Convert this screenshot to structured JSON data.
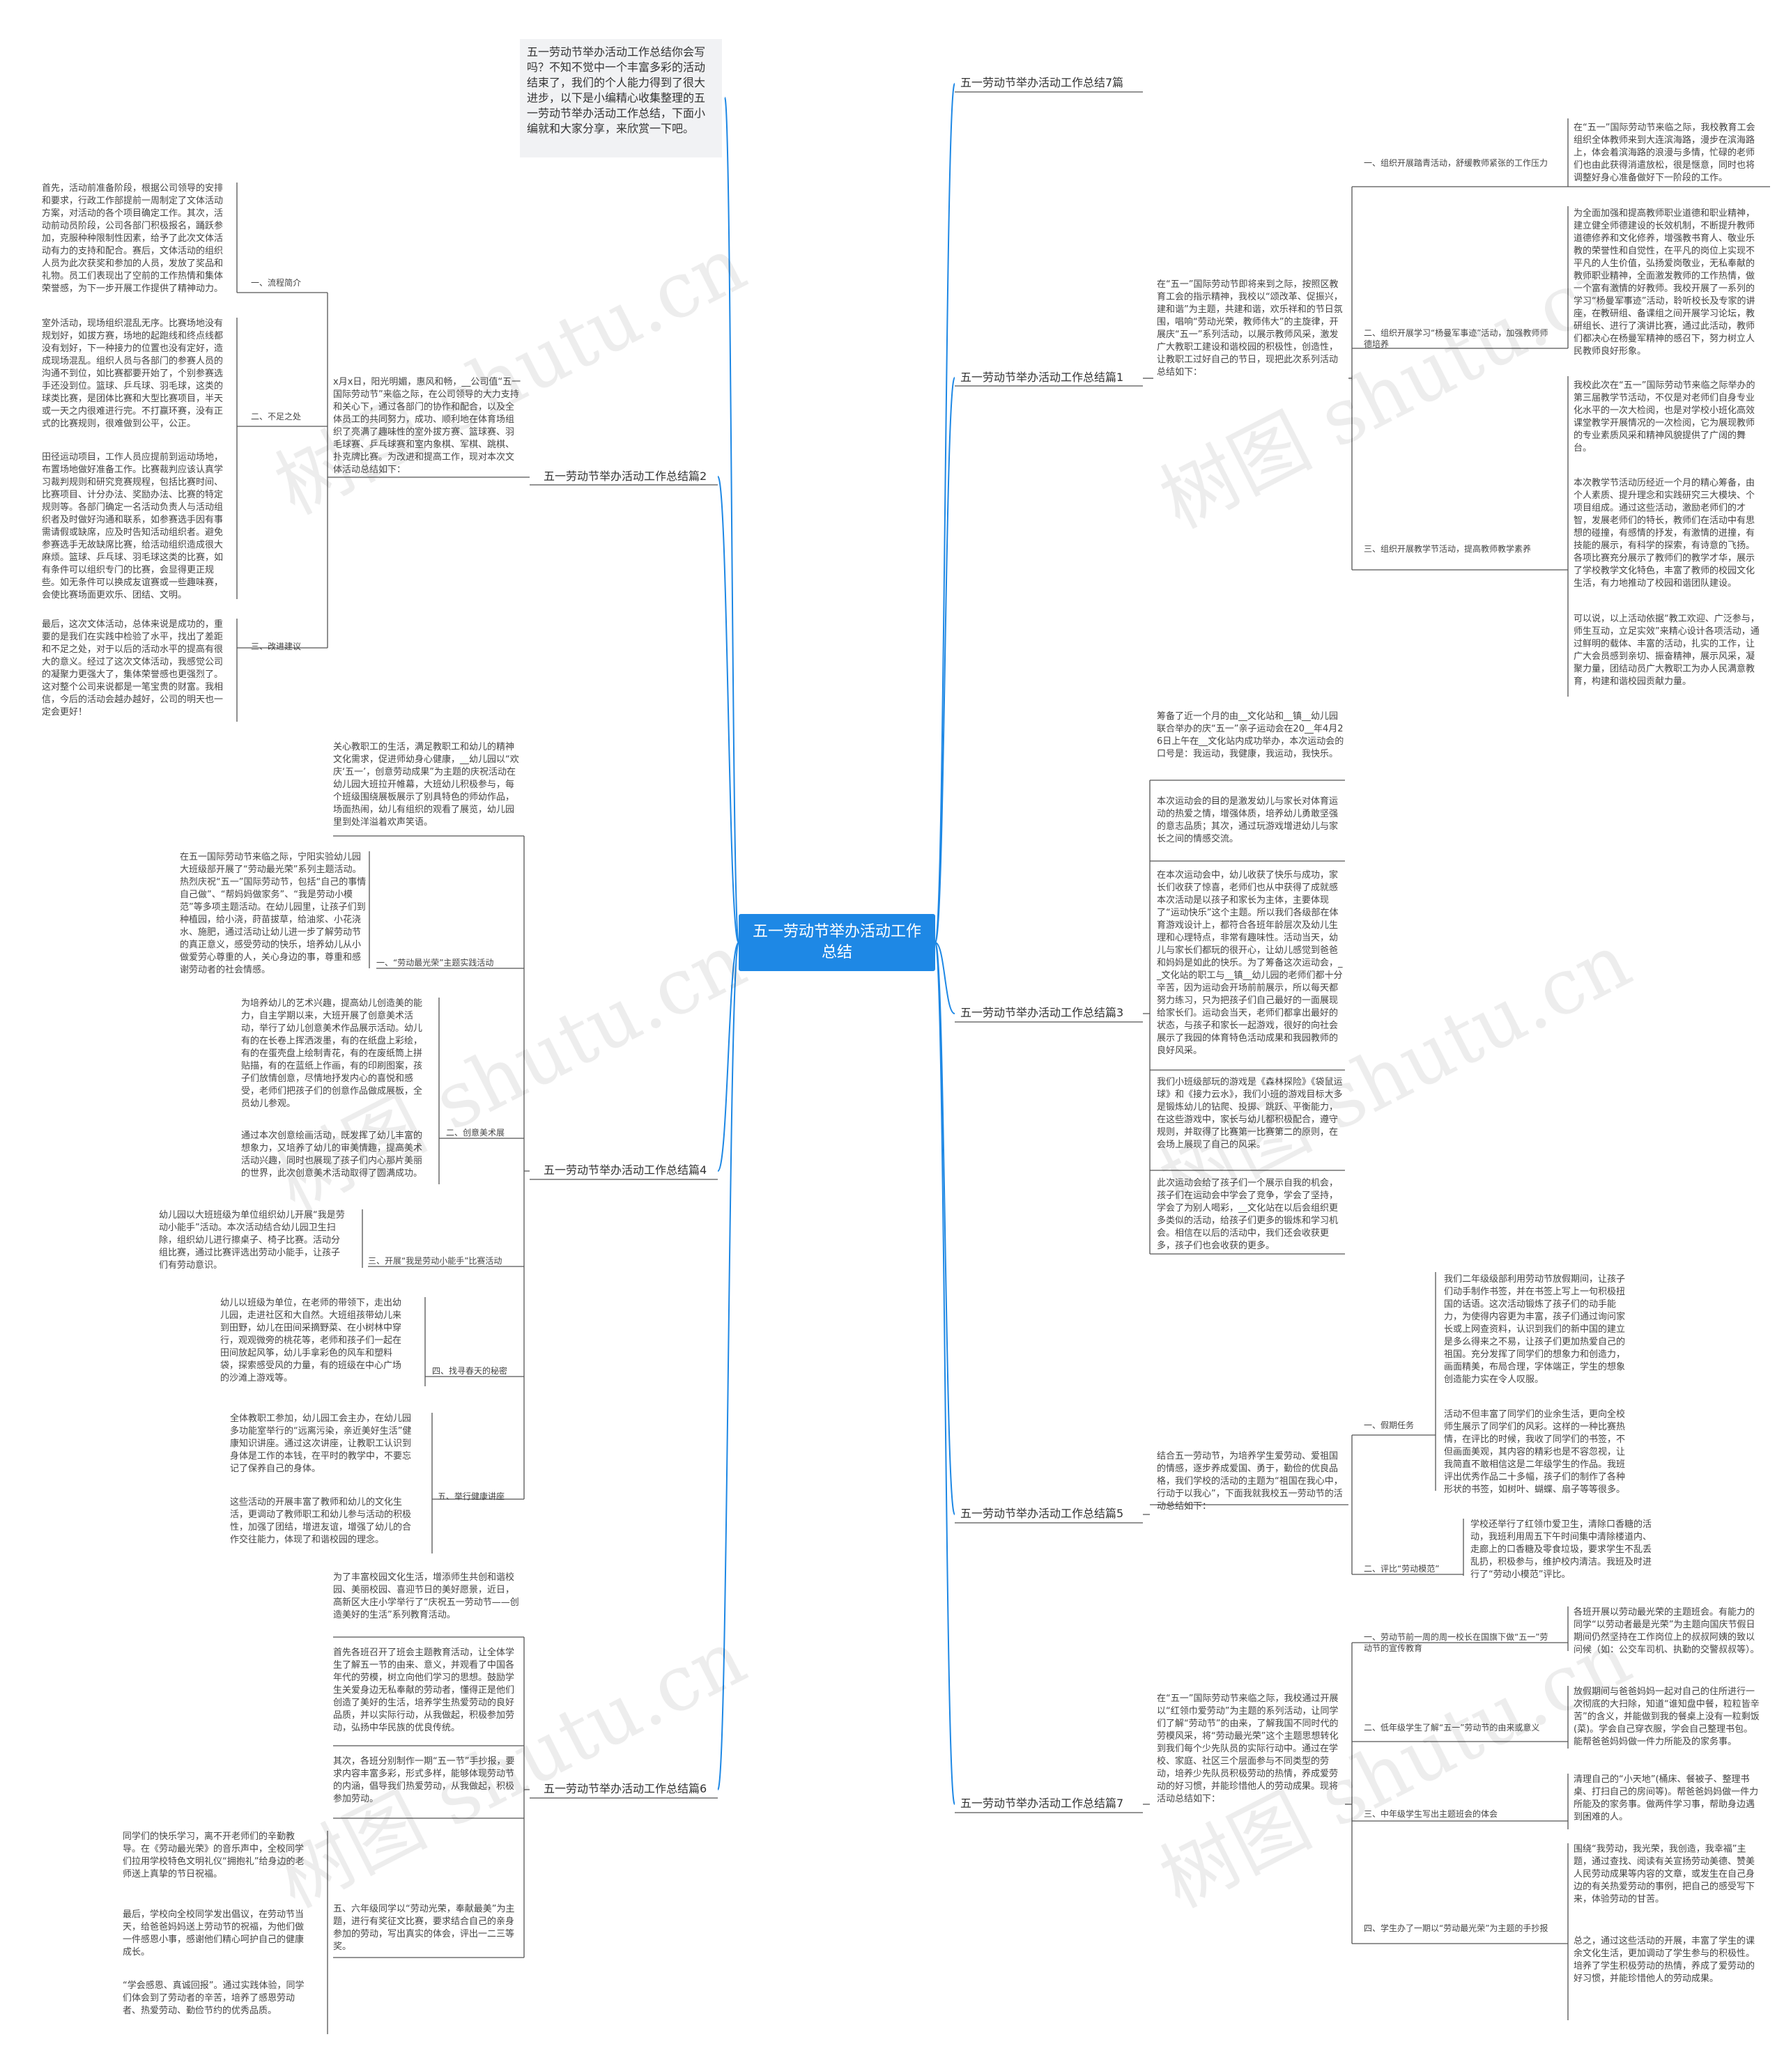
{
  "root": "五一劳动节举办活动工作总结",
  "intro": "五一劳动节举办活动工作总结你会写吗？不知不觉中一个丰富多彩的活动结束了，我们的个人能力得到了很大进步，以下是小编精心收集整理的五一劳动节举办活动工作总结，下面小编就和大家分享，来欣赏一下吧。",
  "watermark": "树图 shutu.cn",
  "branches": {
    "b7a": "五一劳动节举办活动工作总结7篇",
    "b1": "五一劳动节举办活动工作总结篇1",
    "b2": "五一劳动节举办活动工作总结篇2",
    "b3": "五一劳动节举办活动工作总结篇3",
    "b4": "五一劳动节举办活动工作总结篇4",
    "b5": "五一劳动节举办活动工作总结篇5",
    "b6": "五一劳动节举办活动工作总结篇6",
    "b7": "五一劳动节举办活动工作总结篇7"
  },
  "p1": {
    "intro": "在“五一”国际劳动节即将来到之际，按照区教育工会的指示精神，我校以“颂改革、促振兴，建和谐”为主题，共建和谐，欢乐祥和的节日氛围，唱响“劳动光荣，教师伟大”的主旋律，开展庆“五一”系列活动，以展示教师风采，激发广大教职工建设和谐校园的积极性，创造性，让教职工过好自己的节日，现把此次系列活动总结如下：",
    "s1_label": "一、组织开展踏青活动，舒缓教师紧张的工作压力",
    "s1_text": "在“五一”国际劳动节来临之际，我校教育工会组织全体教师来到大连滨海路，漫步在滨海路上，体会着滨海路的浪漫与多情，忙碌的老师们也由此获得消遣放松，很是惬意，同时也将调整好身心准备做好下一阶段的工作。",
    "s2_label": "二、组织开展学习“杨曼军事迹”活动，加强教师师德培养",
    "s2_text": "为全面加强和提高教师职业道德和职业精神，建立健全师德建设的长效机制，不断提升教师道德修养和文化修养，增强教书育人、敬业乐教的荣誉性和自觉性，在平凡的岗位上实现不平凡的人生价值，弘扬爱岗敬业，无私奉献的教师职业精神，全面激发教师的工作热情，做一个富有激情的好教师。我校开展了一系列的学习“杨曼军事迹”活动，聆听校长及专家的讲座，在教研组、备课组之间开展学习论坛，教研组长、进行了演讲比赛，通过此活动，教师们都决心在杨曼军精神的感召下，努力树立人民教师良好形象。",
    "s3_label": "三、组织开展教学节活动，提高教师教学素养",
    "s3_text1": "我校此次在“五一”国际劳动节来临之际举办的第三届教学节活动，不仅是对老师们自身专业化水平的一次大检阅，也是对学校小班化高效课堂教学开展情况的一次检阅，它为展现教师的专业素质风采和精神风貌提供了广阔的舞台。",
    "s3_text2": "本次教学节活动历经近一个月的精心筹备，由个人素质、提升理念和实践研究三大模块、个项目组成。通过这些活动，激励老师们的才智，发展老师们的特长，教师们在活动中有思想的碰撞，有感情的抒发，有激情的迸撞，有技能的展示，有科学的探索，有诗意的飞扬。各项比赛充分展示了教师们的教学才华，展示了学校教学文化特色，丰富了教师的校园文化生活，有力地推动了校园和谐团队建设。",
    "s3_text3": "可以说，以上活动依据“教工欢迎、广泛参与，师生互动，立足实效”来精心设计各项活动，通过鲜明的载体、丰富的活动，扎实的工作，让广大会员感到亲切、振奋精神，展示风采，凝聚力量，团结动员广大教职工为办人民满意教育，构建和谐校园贡献力量。"
  },
  "p2": {
    "intro": "x月x日，阳光明媚，惠风和畅，__公司值“五一国际劳动节”来临之际，在公司领导的大力支持和关心下，通过各部门的协作和配合，以及全体员工的共同努力，成功、顺利地在体育场组织了亮满了趣味性的室外拔方赛、篮球赛、羽毛球赛、乒乓球赛和室内象棋、军棋、跳棋、扑克牌比赛。为改进和提高工作，现对本次文体活动总结如下：",
    "s1_label": "一、流程简介",
    "s1_text": "首先，活动前准备阶段，根据公司领导的安排和要求，行政工作部提前一周制定了文体活动方案，对活动的各个项目确定工作。其次，活动前动员阶段，公司各部门积极报名，踊跃参加，克服种种限制性因素，给予了此次文体活动有力的支持和配合。赛后，文体活动的组织人员为此次获奖和参加的人员，发放了奖品和礼物。员工们表现出了空前的工作热情和集体荣誉感，为下一步开展工作提供了精神动力。",
    "s2_label": "二、不足之处",
    "s2_text1": "室外活动，现场组织混乱无序。比赛场地没有规划好，如拔方赛，场地的起跑线和终点线都没有划好，下一种接力的位置也没有定好，造成现场混乱。组织人员与各部门的参赛人员的沟通不到位，如比赛都要开始了，个别参赛选手还没到位。篮球、乒乓球、羽毛球，这类的球类比赛，是团体比赛和大型比赛项目，半天或一天之内很难进行完。不打赢环赛，没有正式的比赛规则，很难做到公平，公正。",
    "s2_text2": "田径运动项目，工作人员应提前到运动场地，布置场地做好准备工作。比赛裁判应该认真学习裁判规则和研究竞赛规程，包括比赛时间、比赛项目、计分办法、奖励办法、比赛的特定规则等。各部门确定一名活动负责人与活动组织者及时做好沟通和联系，如参赛选手因有事需请假或缺席，应及时告知活动组织者。避免参赛选手无故缺席比赛，给活动组织造成很大麻烦。篮球、乒乓球、羽毛球这类的比赛，如有条件可以组织专门的比赛，会显得更正规些。如无条件可以换成友谊赛或一些趣味赛，会使比赛场面更欢乐、团结、文明。",
    "s3_label": "三、改进建议",
    "s3_text": "最后，这次文体活动，总体来说是成功的，重要的是我们在实践中检验了水平，找出了差距和不足之处，对于以后的活动水平的提高有很大的意义。经过了这次文体活动，我感觉公司的凝聚力更强大了，集体荣誉感也更强烈了。这对整个公司来说都是一笔宝贵的财富。我相信，今后的活动会越办越好，公司的明天也一定会更好！"
  },
  "p3": {
    "text1": "筹备了近一个月的由__文化站和__镇__幼儿园联合举办的庆“五一”亲子运动会在20__年4月26日上午在__文化站内成功举办，本次运动会的口号是：我运动，我健康，我运动，我快乐。",
    "text2": "本次运动会的目的是激发幼儿与家长对体育运动的热爱之情，增强体质，培养幼儿勇敢坚强的意志品质；其次，通过玩游戏增进幼儿与家长之间的情感交流。",
    "text3": "在本次运动会中，幼儿收获了快乐与成功，家长们收获了惊喜，老师们也从中获得了成就感本次活动是以孩子和家长为主体，主要体现了“运动快乐”这个主题。所以我们各级部在体育游戏设计上，都符合各班年龄层次及幼儿生理和心理特点，非常有趣味性。活动当天，幼儿与家长们都玩的很开心，让幼儿感觉到爸爸和妈妈是如此的快乐。为了筹备这次运动会，__文化站的职工与__镇__幼儿园的老师们都十分辛苦，因为运动会开场前前展示，所以每天都努力练习，只为把孩子们自己最好的一面展现给家长们。运动会当天，老师们都拿出最好的状态，与孩子和家长一起游戏，很好的向社会展示了我园的体育特色活动成果和我园教师的良好风采。",
    "text4": "我们小班级部玩的游戏是《森林探险》《袋鼠运球》和《接力云水》，我们小班的游戏目标大多是锻炼幼儿的钻爬、投掷、跳跃、平衡能力，在这些游戏中，家长与幼儿都积极配合，遵守规则，并取得了比赛第一比赛第二的原则，在会场上展现了自己的风采。",
    "text5": "此次运动会给了孩子们一个展示自我的机会，孩子们在运动会中学会了竞争，学会了坚持，学会了为别人喝彩，__文化站在以后会组织更多类似的活动，给孩子们更多的锻炼和学习机会。相信在以后的活动中，我们还会收获更多，孩子们也会收获的更多。"
  },
  "p4": {
    "s1_label": "一、“劳动最光荣”主题实践活动",
    "s1_text1": "关心教职工的生活，满足教职工和幼儿的精神文化需求，促进师幼身心健康，__幼儿园以“欢庆‘五一’，创意劳动成果”为主题的庆祝活动在幼儿园大班拉开帷幕，大班幼儿积极参与，每个班级围绕展板展示了别具特色的师幼作品，场面热闹，幼儿有组织的观看了展览，幼儿园里到处洋溢着欢声笑语。",
    "s1_text2": "在五一国际劳动节来临之际，宁阳实验幼儿园大班级部开展了“劳动最光荣”系列主题活动。热烈庆祝“五一”国际劳动节，包括“自己的事情自己做”、“帮妈妈做家务”、“我是劳动小模范”等多项主题活动。在幼儿园里，让孩子们到种植园，给小浇，莳苗拔草，给油浆、小花浇水、施肥，通过活动让幼儿进一步了解劳动节的真正意义，感受劳动的快乐，培养幼儿从小做爱劳心尊重的人，关心身边的事，尊重和感谢劳动者的社会情感。",
    "s2_label": "二、创意美术展",
    "s2_text1": "为培养幼儿的艺术兴趣，提高幼儿创造美的能力，自主学期以来，大班开展了创意美术活动，举行了幼儿创意美术作品展示活动。幼儿有的在长卷上挥洒泼墨，有的在纸盘上彩绘，有的在蛋壳盘上绘制青花，有的在废纸筒上拼贴描，有的在蓝纸上作画，有的印刷图案，孩子们放情创意，尽情地抒发内心的喜悦和感受，老师们把孩子们的创意作品做成展板，全员幼儿参观。",
    "s2_text2": "通过本次创意绘画活动，既发挥了幼儿丰富的想象力，又培养了幼儿的审美情趣，提高美术活动兴趣，同时也展现了孩子们内心那片美丽的世界，此次创意美术活动取得了圆满成功。",
    "s3_label": "三、开展“我是劳动小能手”比赛活动",
    "s3_text": "幼儿园以大班班级为单位组织幼儿开展“我是劳动小能手”活动。本次活动结合幼儿园卫生扫除，组织幼儿进行擦桌子、椅子比赛。活动分组比赛，通过比赛评选出劳动小能手，让孩子们有劳动意识。",
    "s4_label": "四、找寻春天的秘密",
    "s4_text": "幼儿以班级为单位，在老师的带领下，走出幼儿园，走进社区和大自然。大班组孩带幼儿来到田野，幼儿在田间采摘野菜、在小树林中穿行，观观微旁的桃花等，老师和孩子们一起在田间放起风筝，幼儿手拿彩色的风车和塑料袋，探索感受风的力量，有的班级在中心广场的沙滩上游戏等。",
    "s5_label": "五、举行健康讲座",
    "s5_text1": "全体教职工参加，幼儿园工会主办，在幼儿园多功能室举行的“远离污染，亲近美好生活”健康知识讲座。通过这次讲座，让教职工认识到身体是工作的本钱，在平时的教学中，不要忘记了保养自己的身体。",
    "s5_text2": "这些活动的开展丰富了教师和幼儿的文化生活，更调动了教师职工和幼儿参与活动的积极性，加强了团结，增进友谊，增强了幼儿的合作交往能力，体现了和谐校园的理念。"
  },
  "p5": {
    "intro": "结合五一劳动节，为培养学生爱劳动、爱祖国的情感，逐步养成爱国、勇于，勤俭的优良品格，我们学校的活动的主题为“祖国在我心中，行动于以我心”，下面我就我校五一劳动节的活动总结如下：",
    "s1_label": "一、假期任务",
    "s1_text1": "我们二年级级部利用劳动节放假期间，让孩子们动手制作书签，并在书签上写上一句积极扭国的话语。这次活动锻炼了孩子们的动手能力，为使得内容更为丰富，孩子们通过询问家长或上网查资料，认识到我们的新中国的建立是多么得来之不易，让孩子们更加热爱自己的祖国。充分发挥了同学们的想象力和创造力，画面精美，布局合理，字体端正，学生的想象创造能力实在令人叹服。",
    "s1_text2": "活动不但丰富了同学们的业余生活，更向全校师生展示了同学们的风彩。这样的一种比赛热情，在评比的时候，我收了同学们的书签，不但画面美观，其内容的精彩也是不容忽视，让我简直不敢相信这是二年级学生的作品。我班评出优秀作品二十多幅，孩子们的制作了各种形状的书签，如树叶、蝴蝶、扇子等等很多。",
    "s2_label": "二、评比“劳动模范”",
    "s2_text": "学校还举行了红领巾爱卫生，清除口香糖的活动，我班利用周五下午时间集中清除楼道内、走廊上的口香糖及零食垃圾，要求学生不乱丢乱扔，积极参与，维护校内清洁。我班及时进行了“劳动小模范”评比。"
  },
  "p6": {
    "text1": "为了丰富校园文化生活，增添师生共创和谐校园、美丽校园、喜迎节日的美好愿景，近日，高新区大庄小学举行了“庆祝五一劳动节——创造美好的生活”系列教育活动。",
    "text2": "首先各班召开了班会主题教育活动，让全体学生了解五一节的由来、意义，并观看了中国各年代的劳模，树立向他们学习的思想。鼓励学生关爱身边无私奉献的劳动者，懂得正是他们创造了美好的生活，培养学生热爱劳动的良好品质，并以实际行动，从我做起，积极参加劳动，弘扬中华民族的优良传统。",
    "text3": "其次，各班分别制作一期“五一节”手抄报，要求内容丰富多彩，形式多样，能够体现劳动节的内涵，倡导我们热爱劳动，从我做起，积极参加劳动。",
    "text4": "同学们的快乐学习，离不开老师们的辛勤教导。在《劳动最光荣》的音乐声中，全校同学们拉用学校特色文明礼仪“拥抱礼”给身边的老师送上真挚的节日祝福。",
    "text5": "最后，学校向全校同学发出倡议，在劳动节当天，给爸爸妈妈送上劳动节的祝福，为他们做一件感恩小事，感谢他们精心呵护自己的健康成长。",
    "text6": "“学会感恩、真诚回报”。通过实践体验，同学们体会到了劳动者的辛苦，培养了感恩劳动者、热爱劳动、勤俭节约的优秀品质。",
    "text7": "五、六年级同学以“劳动光荣，奉献最美”为主题，进行有奖征文比赛，要求结合自己的亲身参加的劳动，写出真实的体会，评出一二三等奖。"
  },
  "p7": {
    "intro": "在“五一”国际劳动节来临之际，我校通过开展以“红领巾爱劳动”为主题的系列活动，让同学们了解“劳动节”的由来，了解我国不同时代的劳模风采，将“劳动最光荣”这个主题思想转化到我们每个少先队员的实际行动中。通过在学校、家庭、社区三个层面参与不同类型的劳动，培养少先队员积极劳动的热情，养成爱劳动的好习惯，并能珍惜他人的劳动成果。现将活动总结如下：",
    "s1_label": "一、劳动节前一周的周一校长在国旗下做“五一”劳动节的宣传教育",
    "s1_text": "各班开展以劳动最光荣的主题班会。有能力的同学“以劳动者最是光荣”为主题向国庆节假日期间仍然坚持在工作岗位上的叔叔阿姨的致以问候（如：公交车司机、执勤的交警叔叔等）。",
    "s2_label": "二、低年级学生了解“五一”劳动节的由来或意义",
    "s2_text": "放假期间与爸爸妈妈一起对自己的住所进行一次彻底的大扫除，知道“谁知盘中餐，粒粒皆辛苦”的含义，并能做到我的餐桌上没有一粒剩饭(菜)。学会自己穿衣服，学会自己整理书包。能帮爸爸妈妈做一件力所能及的家务事。",
    "s3_label": "三、中年级学生写出主题班会的体会",
    "s3_text": "清理自己的“小天地”(桶床、餐被子、整理书桌、打扫自己的房间等)。帮爸爸妈妈做一件力所能及的家务事。做两件学习事，帮助身边遇到困难的人。",
    "s4_label": "四、学生办了一期以“劳动最光荣”为主题的手抄报",
    "s4_text1": "围绕“我劳动，我光荣，我创造，我幸福”主题，通过查找、阅读有关宣扬劳动美德、赞美人民劳动成果等内容的文章，或发生在自己身边的有关热爱劳动的事例，把自己的感受写下来，体验劳动的甘苦。",
    "s4_text2": "总之，通过这些活动的开展，丰富了学生的课余文化生活，更加调动了学生参与的积极性。培养了学生积极劳动的热情，养成了爱劳动的好习惯，并能珍惜他人的劳动成果。"
  }
}
